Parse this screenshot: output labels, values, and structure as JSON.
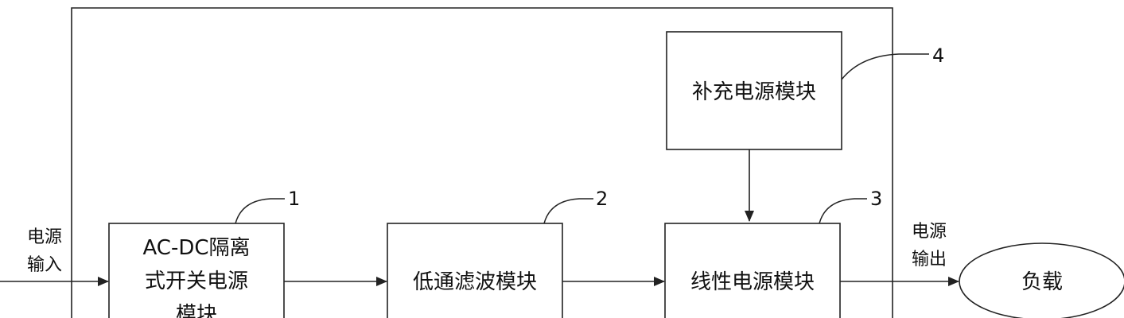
{
  "modules": {
    "acdc": {
      "lines": [
        "AC-DC隔离",
        "式开关电源",
        "模块"
      ]
    },
    "lowpass": {
      "label": "低通滤波模块"
    },
    "linear": {
      "label": "线性电源模块"
    },
    "supplement": {
      "label": "补充电源模块"
    },
    "load": {
      "label": "负载"
    }
  },
  "labels": {
    "power_input": [
      "电源",
      "输入"
    ],
    "power_output": [
      "电源",
      "输出"
    ]
  },
  "callouts": {
    "n1": "1",
    "n2": "2",
    "n3": "3",
    "n4": "4"
  },
  "colors": {
    "stroke": "#222222",
    "text": "#111111"
  }
}
